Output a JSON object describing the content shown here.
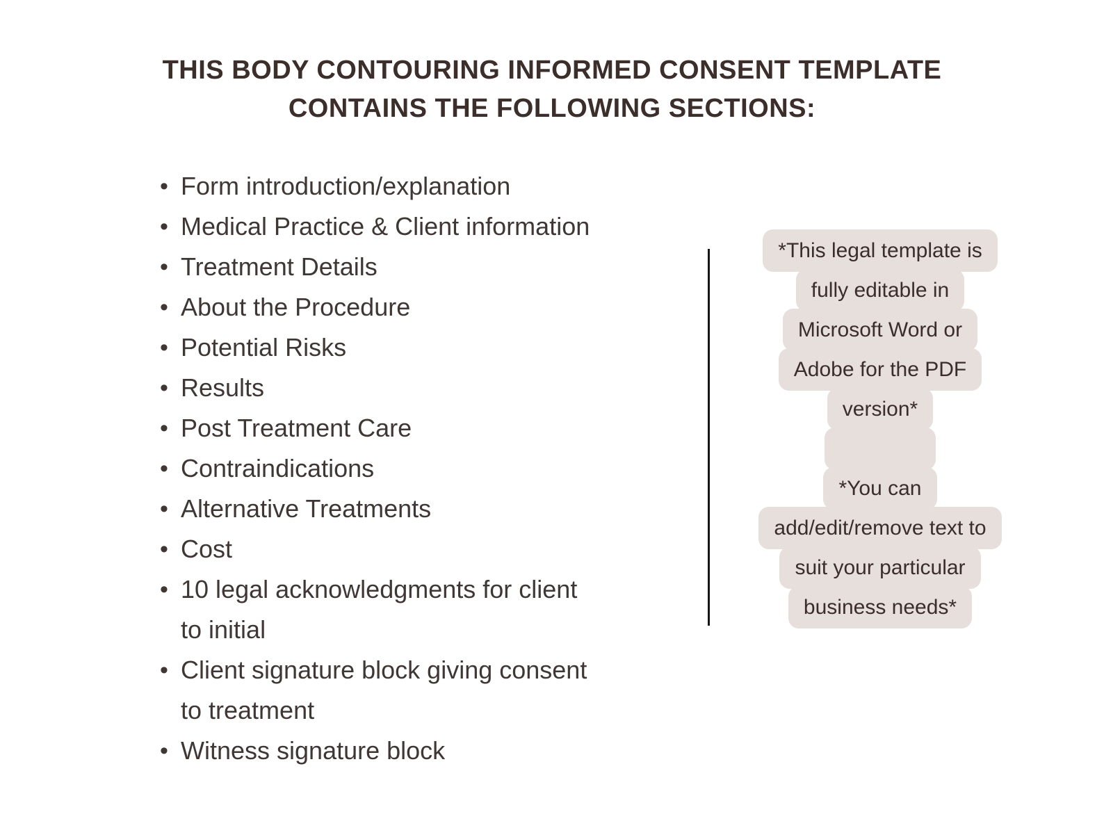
{
  "title": {
    "line1": "THIS BODY CONTOURING INFORMED CONSENT TEMPLATE",
    "line2": "CONTAINS THE FOLLOWING SECTIONS:"
  },
  "sections": {
    "bullet": "•",
    "items": [
      {
        "lines": [
          "Form introduction/explanation"
        ]
      },
      {
        "lines": [
          "Medical Practice & Client information"
        ]
      },
      {
        "lines": [
          "Treatment Details"
        ]
      },
      {
        "lines": [
          "About the Procedure"
        ]
      },
      {
        "lines": [
          "Potential Risks"
        ]
      },
      {
        "lines": [
          "Results"
        ]
      },
      {
        "lines": [
          "Post Treatment Care"
        ]
      },
      {
        "lines": [
          "Contraindications"
        ]
      },
      {
        "lines": [
          "Alternative Treatments"
        ]
      },
      {
        "lines": [
          "Cost"
        ]
      },
      {
        "lines": [
          "10 legal acknowledgments for client",
          "to initial"
        ]
      },
      {
        "lines": [
          "Client signature block giving consent",
          "to treatment"
        ]
      },
      {
        "lines": [
          "Witness signature block"
        ]
      }
    ]
  },
  "callout": {
    "lines": [
      "*This legal template is",
      "fully editable in",
      "Microsoft Word or",
      "Adobe for the PDF",
      "version*",
      "",
      "*You can",
      "add/edit/remove text to",
      "suit your particular",
      "business needs*"
    ],
    "highlight_color": "#e6dfdb",
    "text_color": "#3a2d2b"
  },
  "colors": {
    "background": "#ffffff",
    "title": "#3b2e2b",
    "list_text": "#3f3734",
    "divider": "#161616"
  }
}
